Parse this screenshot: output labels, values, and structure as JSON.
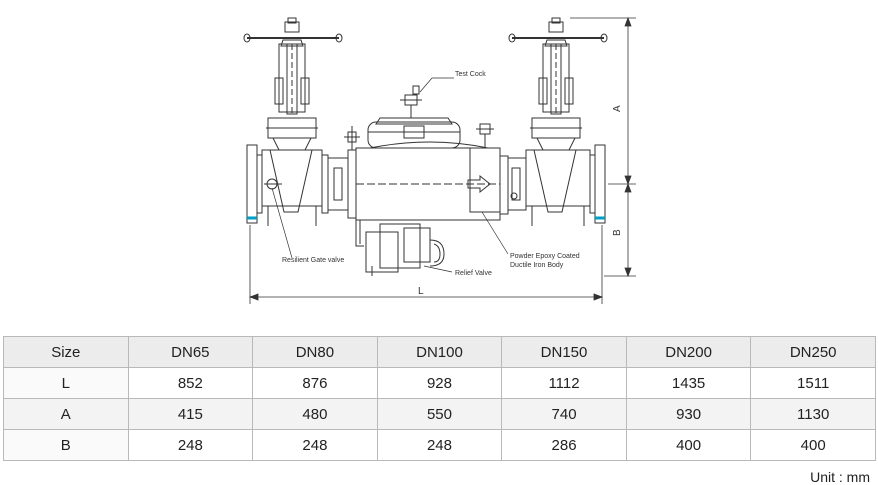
{
  "drawing": {
    "callouts": {
      "test_cock": "Test Cock",
      "resilient_gate_valve": "Resilient Gate valve",
      "body_line1": "Powder Epoxy Coated",
      "body_line2": "Ductile Iron Body",
      "relief_valve": "Relief Valve"
    },
    "dimensions": {
      "L": "L",
      "A": "A",
      "B": "B"
    },
    "colors": {
      "line": "#333333",
      "accent": "#00a0c6"
    }
  },
  "table": {
    "headers": [
      "Size",
      "DN65",
      "DN80",
      "DN100",
      "DN150",
      "DN200",
      "DN250"
    ],
    "rows": [
      {
        "label": "L",
        "values": [
          "852",
          "876",
          "928",
          "1112",
          "1435",
          "1511"
        ]
      },
      {
        "label": "A",
        "values": [
          "415",
          "480",
          "550",
          "740",
          "930",
          "1130"
        ]
      },
      {
        "label": "B",
        "values": [
          "248",
          "248",
          "248",
          "286",
          "400",
          "400"
        ]
      }
    ]
  },
  "unit_note": "Unit : mm"
}
